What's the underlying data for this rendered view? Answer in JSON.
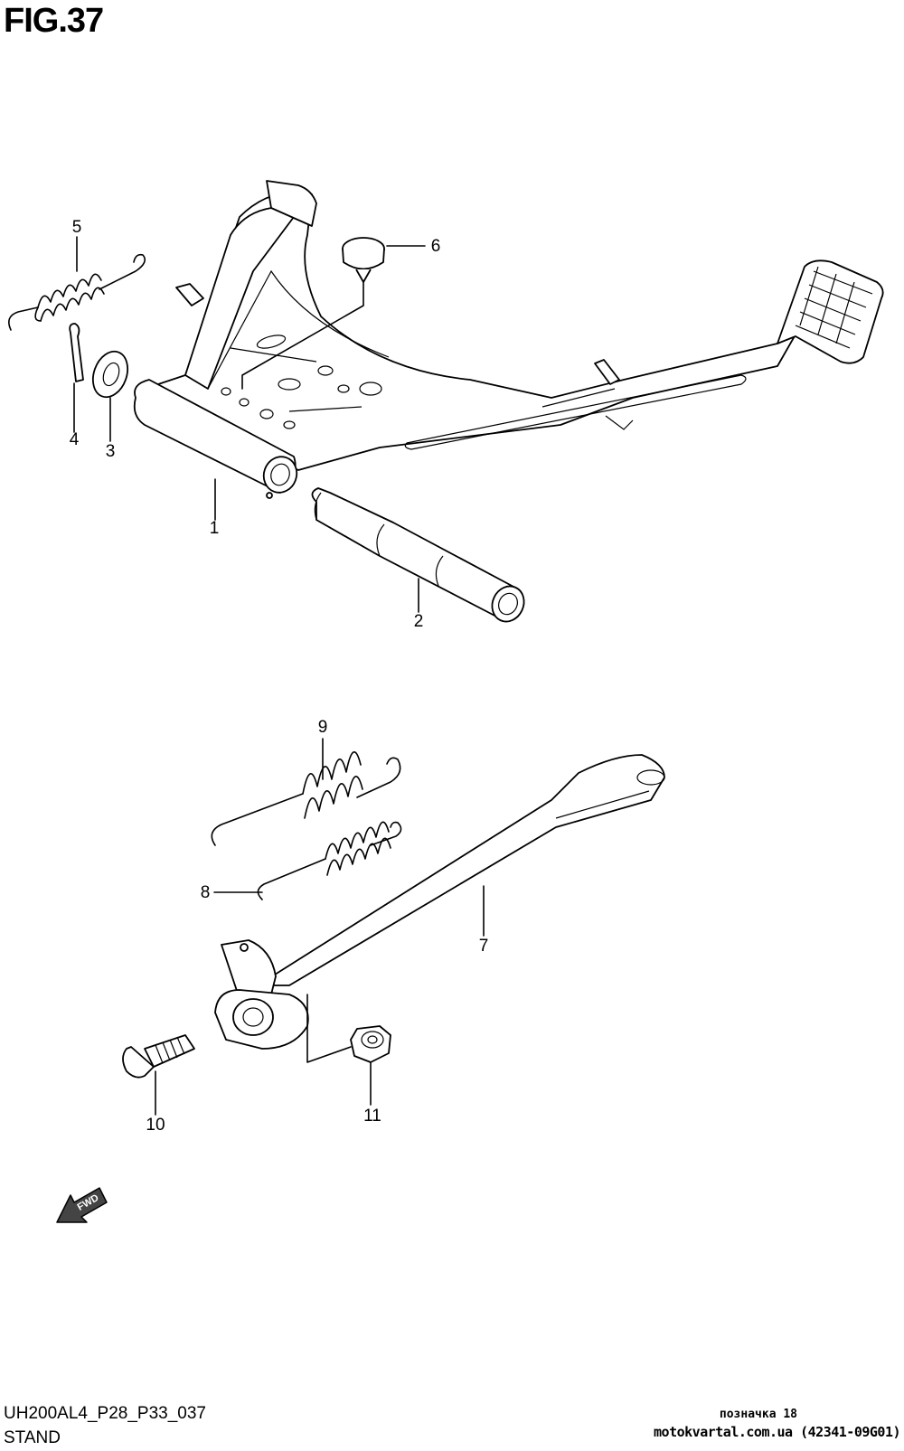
{
  "figure": {
    "title": "FIG.37",
    "code": "UH200AL4_P28_P33_037",
    "name": "STAND"
  },
  "callouts": [
    "1",
    "2",
    "3",
    "4",
    "5",
    "6",
    "7",
    "8",
    "9",
    "10",
    "11"
  ],
  "fwd_label": "FWD",
  "watermark": {
    "line1": "позначка 18",
    "line2": "motokvartal.com.ua (42341-09G01)"
  }
}
